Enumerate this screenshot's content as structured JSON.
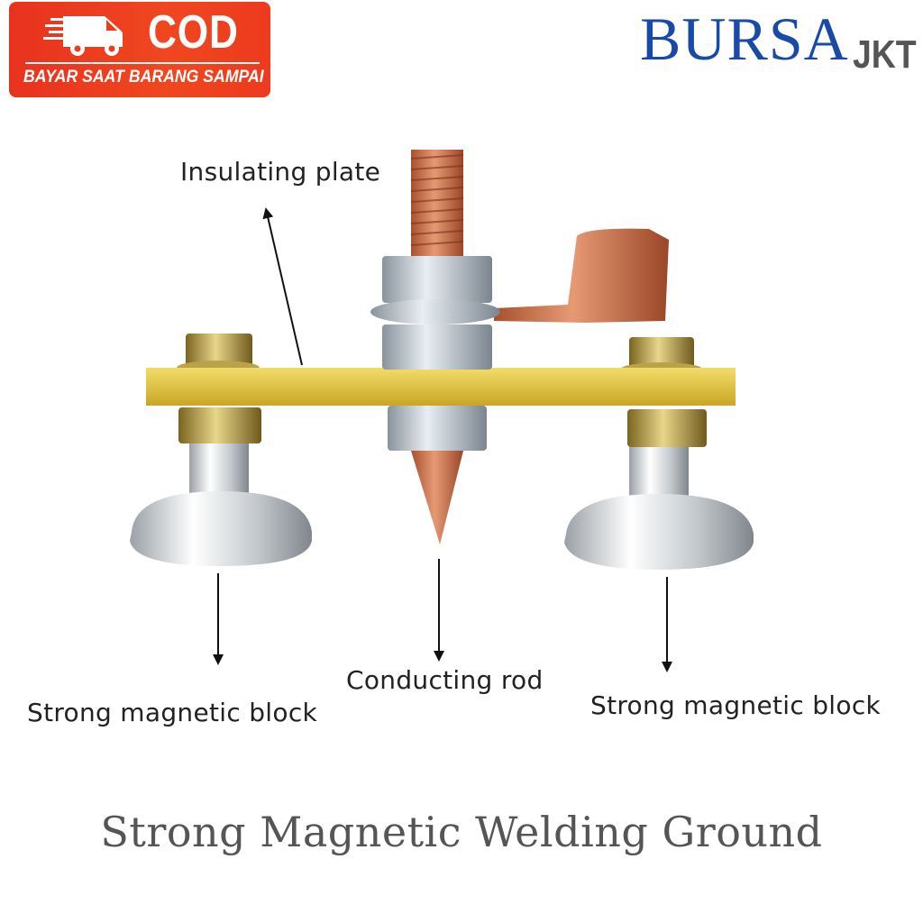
{
  "badge": {
    "title": "COD",
    "subtitle": "BAYAR SAAT BARANG SAMPAI",
    "icon": "delivery-truck-icon",
    "color": "#ee3a1e"
  },
  "brand": {
    "main": "BURSA",
    "sub": "JKT",
    "main_color": "#1a4aa8",
    "sub_color": "#555555"
  },
  "labels": {
    "insulating_plate": "Insulating plate",
    "conducting_rod": "Conducting rod",
    "magnet_left": "Strong magnetic block",
    "magnet_right": "Strong magnetic block"
  },
  "title": "Strong Magnetic Welding Ground"
}
